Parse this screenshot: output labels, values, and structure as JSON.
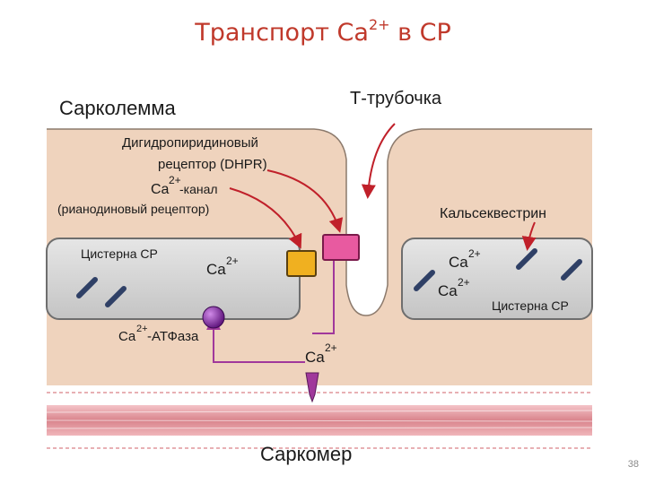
{
  "title": {
    "prefix": "Транспорт Ca",
    "superscript": "2+",
    "suffix": " в СР"
  },
  "labels": {
    "sarcolemma": "Сарколемма",
    "t_tubule": "Т-трубочка",
    "dhpr_line1": "Дигидропиридиновый",
    "dhpr_line2": "рецептор (DHPR)",
    "ca_channel_ca": "Ca",
    "ca_channel_charge": "2+",
    "ca_channel_rest": "-канал",
    "ryanodine": "(рианодиновый рецептор)",
    "calsequestrin": "Кальсеквестрин",
    "cistern_left": "Цистерна СР",
    "cistern_right": "Цистерна СР",
    "ca_left": "Ca",
    "ca_left_charge": "2+",
    "ca_right_1": "Ca",
    "ca_right_1_charge": "2+",
    "ca_right_2": "Ca",
    "ca_right_2_charge": "2+",
    "atpase_ca": "Ca",
    "atpase_charge": "2+",
    "atpase_rest": "-АТФаза",
    "ca_released": "Ca",
    "ca_released_charge": "2+",
    "sarcomere": "Саркомер"
  },
  "page_number": "38",
  "colors": {
    "title": "#c0392b",
    "cytoplasm": "#efd3bd",
    "cistern": "#d6d6d6",
    "sarcomere_pink": "#e8a7ad",
    "path_purple": "#a0389b",
    "arrow_red": "#c0202a",
    "dhpr_pink": "#e85aa0",
    "channel_yellow": "#f0b020",
    "atpase_purple": "#7a2a9a"
  }
}
